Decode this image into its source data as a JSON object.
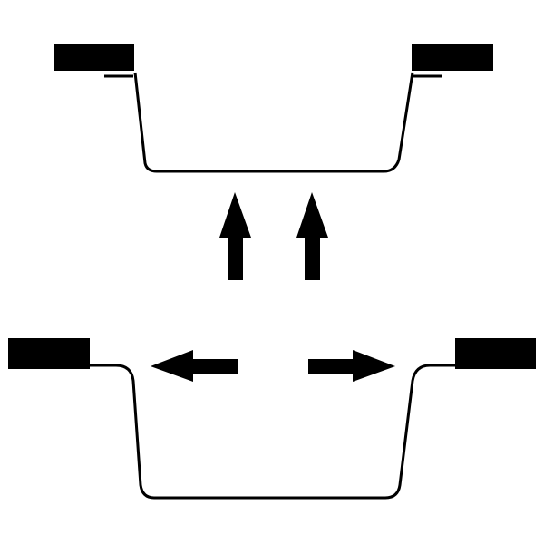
{
  "diagram": {
    "type": "mechanical-illustration",
    "colors": {
      "ink": "#000000",
      "background": "#ffffff"
    },
    "top_profile": {
      "icon": "tray-profile-icon",
      "state": "raised"
    },
    "lift_arrows": {
      "direction": "up",
      "count": 2,
      "icon": "arrow-up-icon"
    },
    "spread_arrows": {
      "directions": [
        "left",
        "right"
      ],
      "icon": "arrow-horizontal-icon"
    },
    "bottom_profile": {
      "icon": "tray-profile-icon",
      "state": "spread"
    }
  }
}
